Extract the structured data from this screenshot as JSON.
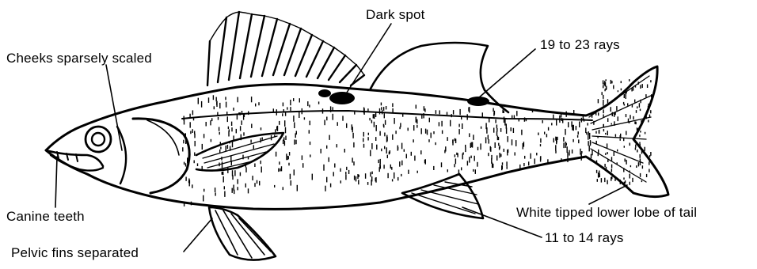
{
  "labels": {
    "dark_spot": "Dark spot",
    "dorsal_rays": "19 to 23 rays",
    "cheeks": "Cheeks sparsely scaled",
    "canine_teeth": "Canine teeth",
    "pelvic_fins": "Pelvic fins separated",
    "tail_lobe": "White tipped lower lobe of tail",
    "anal_rays": "11 to 14 rays"
  },
  "colors": {
    "ink": "#000000",
    "paper": "#ffffff"
  }
}
